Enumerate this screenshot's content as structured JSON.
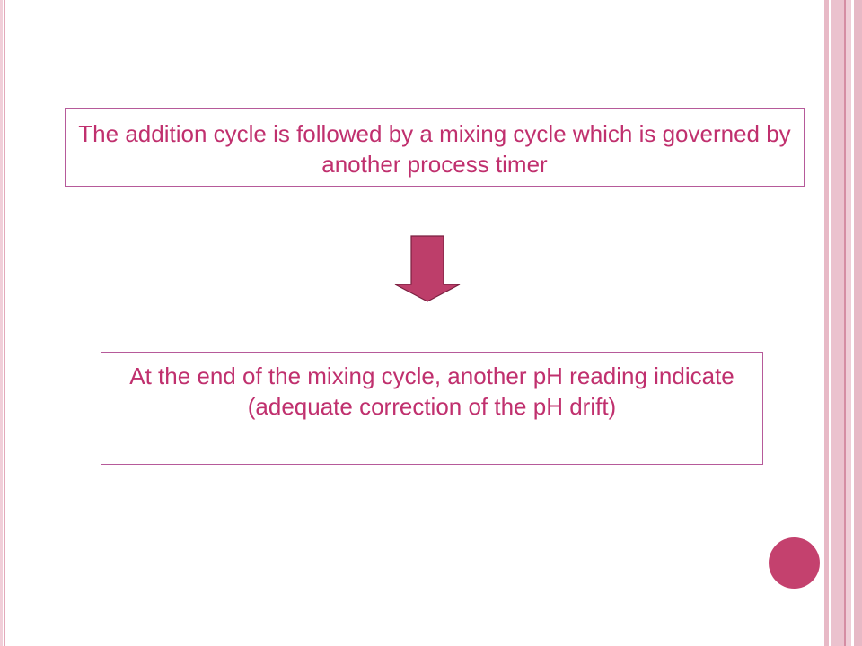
{
  "slide": {
    "box_1": {
      "text": "The addition cycle is followed by a mixing cycle which is governed by another process timer"
    },
    "box_2": {
      "line_1": "At the end of the mixing cycle, another pH reading indicate",
      "line_2": "(adequate correction of the pH drift)"
    },
    "arrow_icon": "down-arrow-icon",
    "dot_icon": "circle-icon"
  },
  "colors": {
    "text": "#c0306e",
    "box_border": "#b65a9a",
    "arrow_fill": "#bd3e6a",
    "arrow_stroke": "#7a2040",
    "accent_dot": "#c4416e",
    "frame_pink": "#e7b9c6"
  }
}
